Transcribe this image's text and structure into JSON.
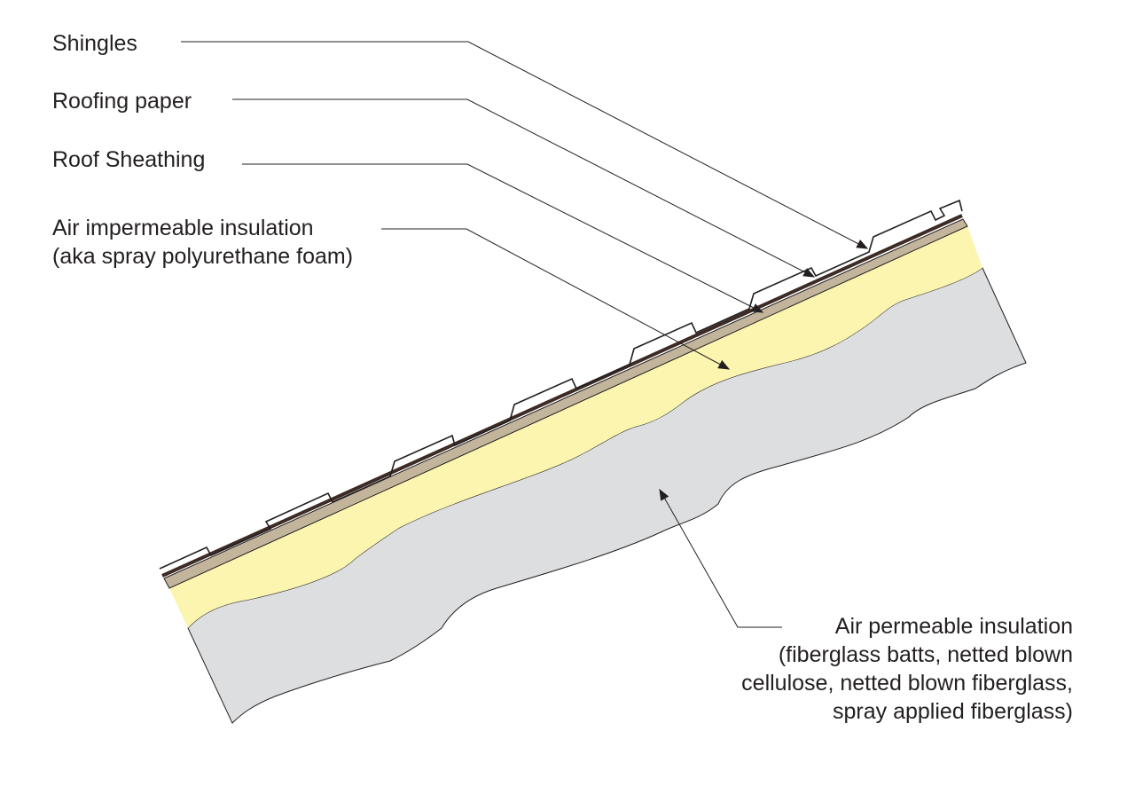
{
  "labels": {
    "shingles": "Shingles",
    "roofing_paper": "Roofing paper",
    "roof_sheathing": "Roof Sheathing",
    "air_impermeable": {
      "line1": "Air impermeable insulation",
      "line2": "(aka spray polyurethane foam)"
    },
    "air_permeable": {
      "line1": "Air permeable insulation",
      "line2": "(fiberglass batts, netted blown",
      "line3": "cellulose, netted blown fiberglass,",
      "line4": "spray applied fiberglass)"
    }
  },
  "colors": {
    "shingle_line": "#231f20",
    "roofing_paper": "#3d2b25",
    "sheathing": "#c2b59b",
    "spray_foam": "#fbf5b0",
    "permeable_insulation": "#dcdee0",
    "leader_line": "#231f20"
  }
}
